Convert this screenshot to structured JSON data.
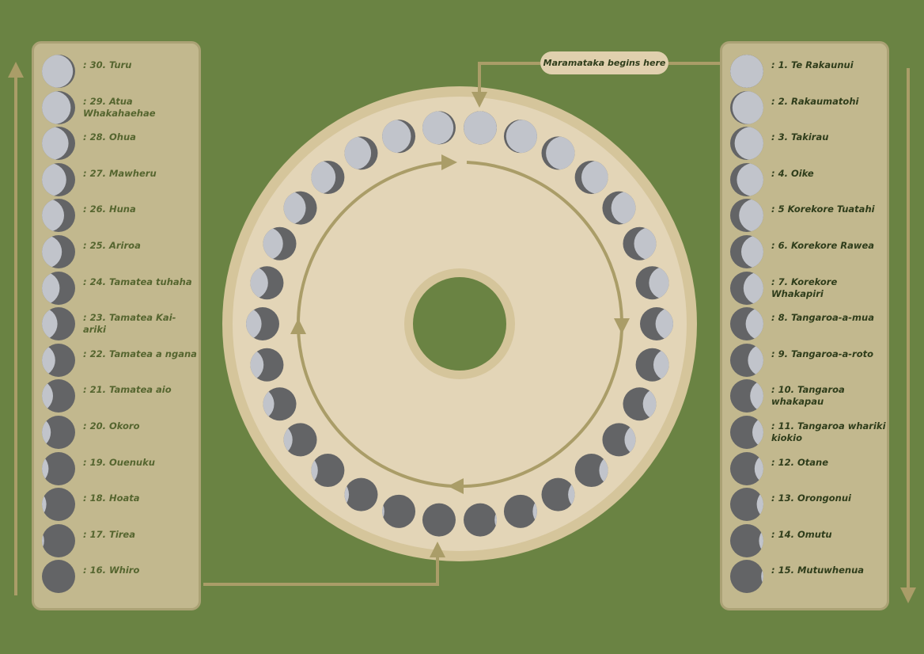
{
  "title_badge": "Maramataka begins here",
  "colors": {
    "background": "#6a8343",
    "panel": "#c2b88e",
    "ring_outer": "#d5c59b",
    "ring_inner": "#e3d5b7",
    "arrow": "#aa9d68",
    "moon_light": "#c1c4cb",
    "moon_dark": "#636466"
  },
  "days": [
    {
      "day": 1,
      "label": ": 1. Te Rakaunui"
    },
    {
      "day": 2,
      "label": ": 2. Rakaumatohi"
    },
    {
      "day": 3,
      "label": ": 3. Takirau"
    },
    {
      "day": 4,
      "label": ": 4. Oike"
    },
    {
      "day": 5,
      "label": ": 5 Korekore Tuatahi"
    },
    {
      "day": 6,
      "label": ": 6. Korekore Rawea"
    },
    {
      "day": 7,
      "label": ": 7. Korekore Whakapiri"
    },
    {
      "day": 8,
      "label": ": 8. Tangaroa-a-mua"
    },
    {
      "day": 9,
      "label": ": 9. Tangaroa-a-roto"
    },
    {
      "day": 10,
      "label": ": 10. Tangaroa whakapau"
    },
    {
      "day": 11,
      "label": ": 11. Tangaroa whariki kiokio"
    },
    {
      "day": 12,
      "label": ": 12. Otane"
    },
    {
      "day": 13,
      "label": ": 13. Orongonui"
    },
    {
      "day": 14,
      "label": ": 14. Omutu"
    },
    {
      "day": 15,
      "label": ": 15. Mutuwhenua"
    },
    {
      "day": 16,
      "label": ": 16. Whiro"
    },
    {
      "day": 17,
      "label": ": 17. Tirea"
    },
    {
      "day": 18,
      "label": ": 18. Hoata"
    },
    {
      "day": 19,
      "label": ": 19. Ouenuku"
    },
    {
      "day": 20,
      "label": ": 20. Okoro"
    },
    {
      "day": 21,
      "label": ": 21. Tamatea aio"
    },
    {
      "day": 22,
      "label": ": 22. Tamatea a ngana"
    },
    {
      "day": 23,
      "label": ": 23. Tamatea Kai-ariki"
    },
    {
      "day": 24,
      "label": ": 24. Tamatea tuhaha"
    },
    {
      "day": 25,
      "label": ": 25. Ariroa"
    },
    {
      "day": 26,
      "label": ": 26. Huna"
    },
    {
      "day": 27,
      "label": ": 27. Mawheru"
    },
    {
      "day": 28,
      "label": ": 28. Ohua"
    },
    {
      "day": 29,
      "label": ": 29. Atua Whakahaehae"
    },
    {
      "day": 30,
      "label": ": 30. Turu"
    }
  ]
}
